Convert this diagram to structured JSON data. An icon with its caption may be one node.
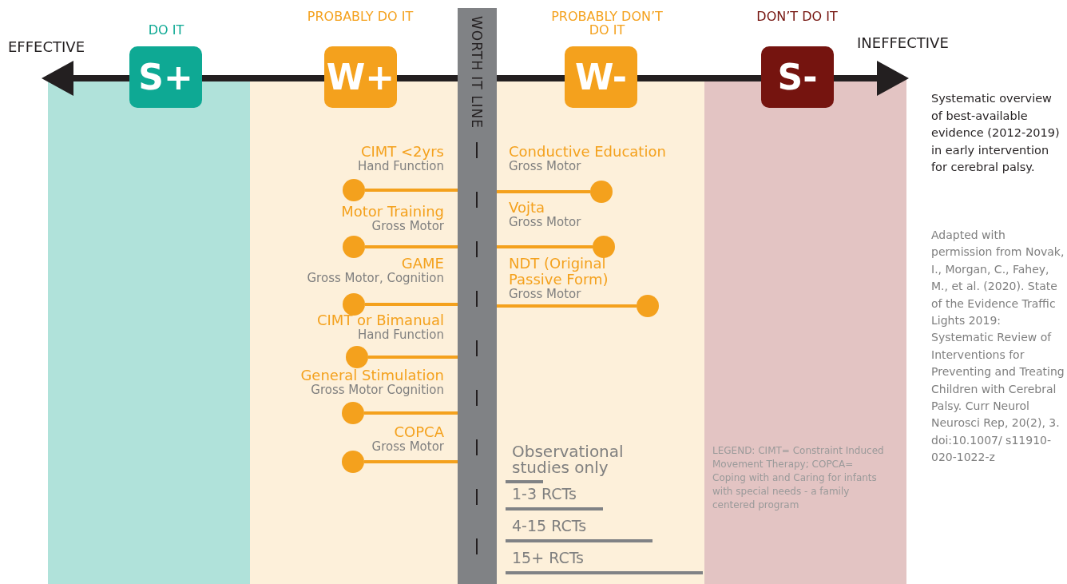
{
  "diagram": {
    "nodes": [
      {
        "text": [
          "S+"
        ],
        "beside": [
          "DO IT"
        ]
      },
      {
        "text": [
          "W+"
        ],
        "beside": [
          "PROBABLY DO IT"
        ]
      },
      {
        "text": [
          "WORTH IT LINE"
        ]
      },
      {
        "text": [
          "W-"
        ],
        "beside": [
          "PROBABLY DON’T DO IT"
        ]
      },
      {
        "text": [
          "S-"
        ],
        "beside": [
          "DON’T DO IT"
        ]
      },
      {
        "text": [],
        "shape": "circle",
        "beside": [
          "CIMT <2yrs",
          "Hand Function"
        ]
      },
      {
        "text": [],
        "shape": "circle",
        "beside": [
          "Conductive Education",
          "Gross Motor"
        ]
      },
      {
        "text": [],
        "shape": "circle",
        "beside": [
          "Motor Training",
          "Gross Motor"
        ]
      },
      {
        "text": [],
        "shape": "circle",
        "beside": [
          "Vojta",
          "Gross Motor"
        ]
      },
      {
        "text": [],
        "shape": "circle",
        "beside": [
          "GAME",
          "Gross Motor, Cognition"
        ]
      },
      {
        "text": [],
        "shape": "circle",
        "beside": [
          "NDT (Original Passive Form)",
          "Gross Motor"
        ]
      },
      {
        "text": [],
        "shape": "circle",
        "beside": [
          "CIMT or Bimanual",
          "Hand Function"
        ]
      },
      {
        "text": [],
        "shape": "circle",
        "beside": [
          "General Stimulation",
          "Gross Motor Cognition"
        ]
      },
      {
        "text": [],
        "shape": "circle",
        "beside": [
          "COPCA",
          "Gross Motor"
        ]
      }
    ],
    "edges": [
      {
        "from": 2,
        "to": 5,
        "arrow": "none"
      },
      {
        "from": 2,
        "to": 6,
        "arrow": "none"
      },
      {
        "from": 2,
        "to": 7,
        "arrow": "none"
      },
      {
        "from": 2,
        "to": 8,
        "arrow": "none"
      },
      {
        "from": 2,
        "to": 9,
        "arrow": "none"
      },
      {
        "from": 2,
        "to": 10,
        "arrow": "none"
      },
      {
        "from": 2,
        "to": 11,
        "arrow": "none"
      },
      {
        "from": 2,
        "to": 12,
        "arrow": "none"
      },
      {
        "from": 2,
        "to": 13,
        "arrow": "none"
      }
    ],
    "labels": [
      "EFFECTIVE",
      "INEFFECTIVE",
      "Systematic overview of best-available evidence (2012-2019) in early intervention for cerebral palsy.",
      "Adapted with permission from Novak, I., Morgan, C., Fahey, M., et al. (2020). State of the Evidence Traffic Lights 2019: Systematic Review of Interventions for Preventing and Treating Children with Cerebral Palsy. Curr Neurol Neurosci Rep, 20(2), 3. doi:10.1007/ s11910-020-1022-z",
      "LEGEND: CIMT= Constraint Induced Movement Therapy; COPCA= Coping with and Caring for infants with special needs - a family centered program"
    ],
    "legend": [
      {
        "text": "Observational studies only"
      },
      {
        "text": "1-3 RCTs"
      },
      {
        "text": "4-15 RCTs"
      },
      {
        "text": "15+ RCTs"
      }
    ]
  }
}
